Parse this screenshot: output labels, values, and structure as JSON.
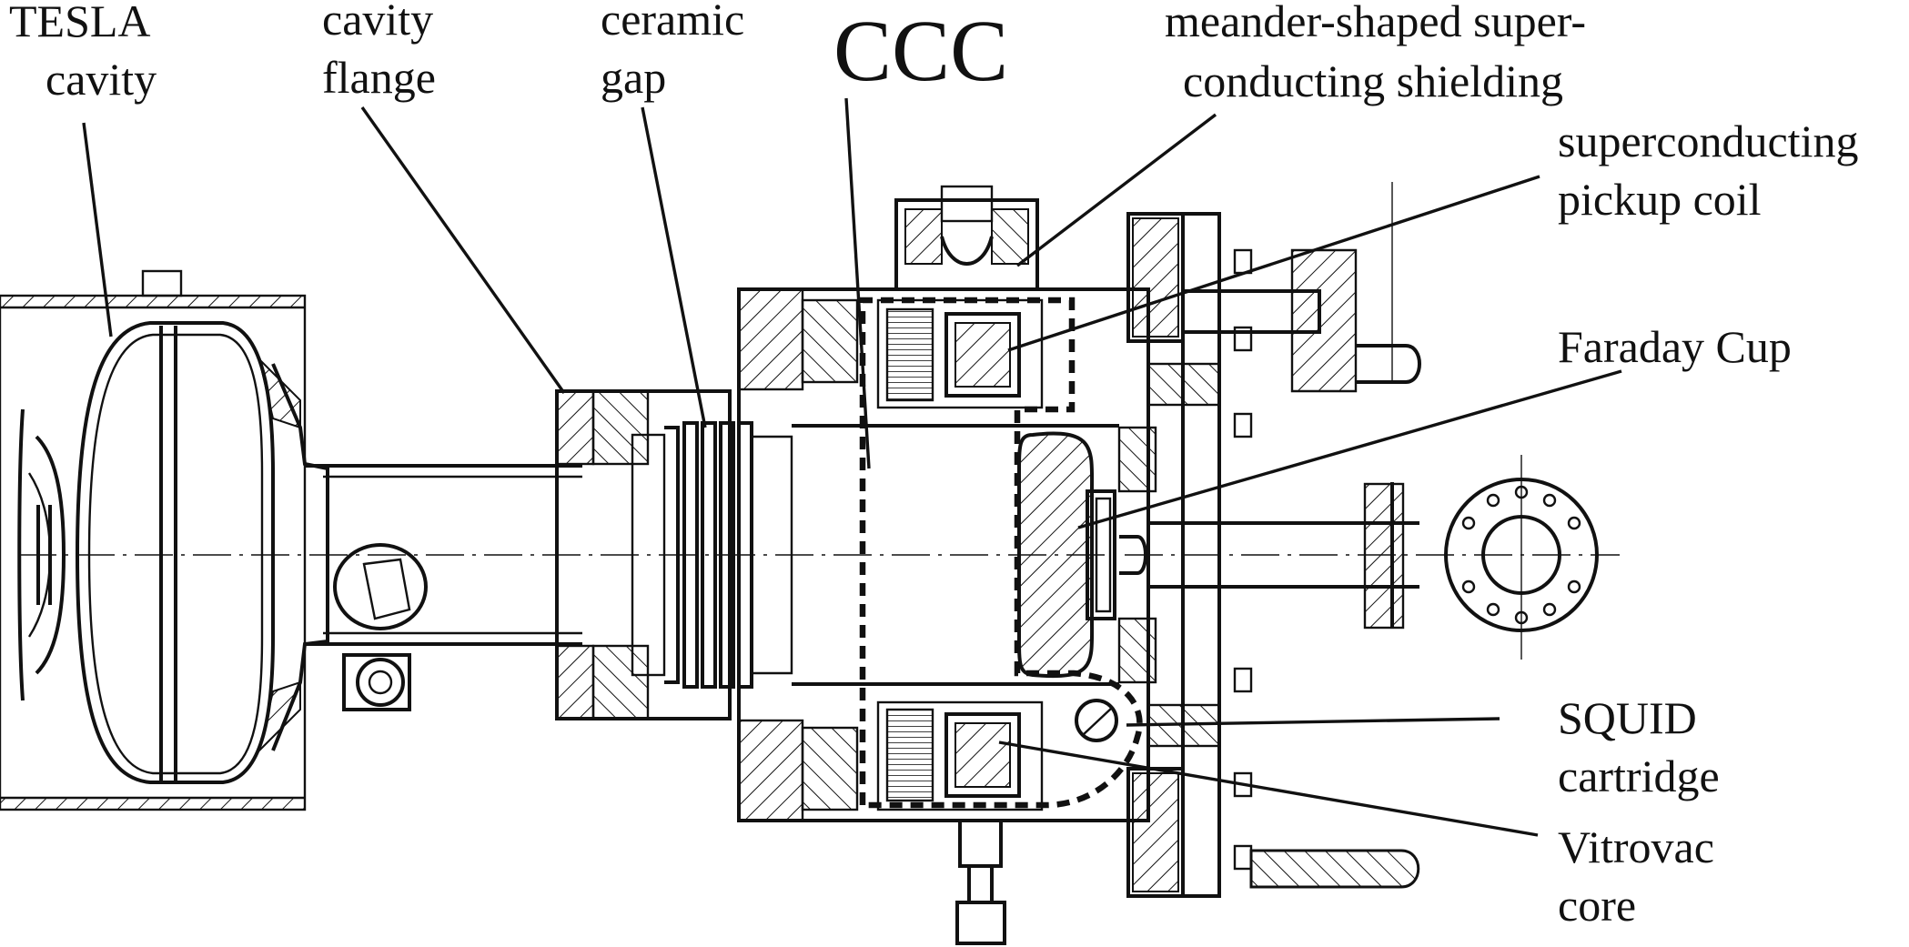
{
  "labels": {
    "tesla_line1": "TESLA",
    "tesla_line2": "cavity",
    "flange_line1": "cavity",
    "flange_line2": "flange",
    "ceramic_line1": "ceramic",
    "ceramic_line2": "gap",
    "ccc": "CCC",
    "meander_line1": "meander-shaped super-",
    "meander_line2": "conducting shielding",
    "pickup_line1": "superconducting",
    "pickup_line2": "pickup coil",
    "faraday": "Faraday Cup",
    "squid_line1": "SQUID",
    "squid_line2": "cartridge",
    "vitrovac_line1": "Vitrovac",
    "vitrovac_line2": "core"
  },
  "colors": {
    "ink": "#111111",
    "paper": "#ffffff"
  }
}
